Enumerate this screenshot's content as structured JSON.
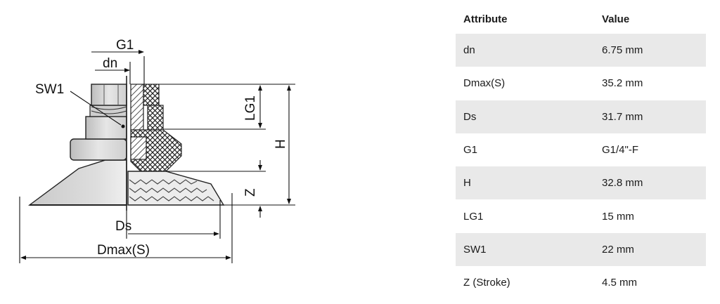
{
  "drawing": {
    "labels": {
      "g1": "G1",
      "dn": "dn",
      "sw1": "SW1",
      "lg1": "LG1",
      "h": "H",
      "z": "Z",
      "ds": "Ds",
      "dmax": "Dmax(S)"
    }
  },
  "table": {
    "headers": {
      "attribute": "Attribute",
      "value": "Value"
    },
    "rows": [
      {
        "attribute": "dn",
        "value": "6.75 mm"
      },
      {
        "attribute": "Dmax(S)",
        "value": "35.2 mm"
      },
      {
        "attribute": "Ds",
        "value": "31.7 mm"
      },
      {
        "attribute": "G1",
        "value": "G1/4\"-F"
      },
      {
        "attribute": "H",
        "value": "32.8 mm"
      },
      {
        "attribute": "LG1",
        "value": "15 mm"
      },
      {
        "attribute": "SW1",
        "value": "22 mm"
      },
      {
        "attribute": "Z (Stroke)",
        "value": "4.5 mm"
      }
    ]
  }
}
